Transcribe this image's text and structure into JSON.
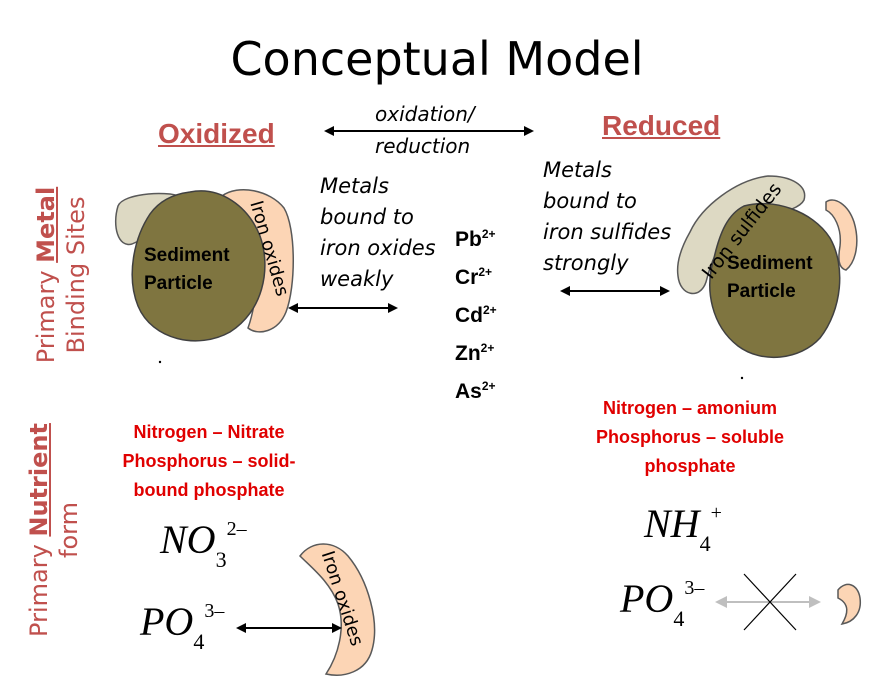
{
  "title": "Conceptual Model",
  "states": {
    "oxidized": "Oxidized",
    "reduced": "Reduced"
  },
  "transition": {
    "line1": "oxidation/",
    "line2": "reduction"
  },
  "side_labels": {
    "metal": {
      "prefix": "Primary ",
      "key": "Metal",
      "suffix": "Binding Sites"
    },
    "nutrient": {
      "prefix": "Primary ",
      "key": "Nutrient",
      "suffix": "form"
    }
  },
  "metal_bonds": {
    "oxidized": [
      "Metals",
      "bound to",
      "iron oxides",
      "weakly"
    ],
    "reduced": [
      "Metals",
      "bound to",
      "iron sulfides",
      "strongly"
    ]
  },
  "ions": [
    {
      "symbol": "Pb",
      "charge": "2+"
    },
    {
      "symbol": "Cr",
      "charge": "2+"
    },
    {
      "symbol": "Cd",
      "charge": "2+"
    },
    {
      "symbol": "Zn",
      "charge": "2+"
    },
    {
      "symbol": "As",
      "charge": "2+"
    }
  ],
  "particles": {
    "sediment": [
      "Sediment",
      "Particle"
    ],
    "iron_oxides": "Iron oxides",
    "iron_sulfides": "Iron sulfides"
  },
  "nutrients": {
    "oxidized": [
      "Nitrogen – Nitrate",
      "Phosphorus – solid-",
      "bound phosphate"
    ],
    "reduced": [
      "Nitrogen – amonium",
      "Phosphorus – soluble",
      "phosphate"
    ]
  },
  "formulas": {
    "nitrate": {
      "base": "NO",
      "sub": "3",
      "sup": "2–"
    },
    "phosphate_ox": {
      "base": "PO",
      "sub": "4",
      "sup": "3–"
    },
    "ammonium": {
      "base": "NH",
      "sub": "4",
      "sup": "+"
    },
    "phosphate_red": {
      "base": "PO",
      "sub": "4",
      "sup": "3–"
    }
  },
  "colors": {
    "sediment": "#7f7540",
    "iron_oxide": "#fcd5b5",
    "iron_sulfide": "#ddd9c3",
    "accent_red": "#c0504d",
    "nutrient_red": "#e00000"
  }
}
